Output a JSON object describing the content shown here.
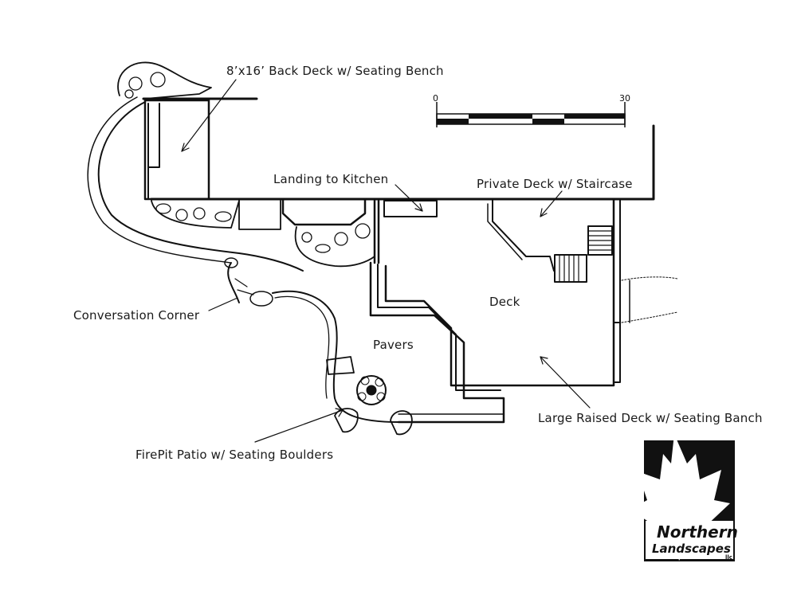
{
  "labels": {
    "back_deck": "8’x16’ Back Deck w/ Seating Bench",
    "landing": "Landing to Kitchen",
    "private_deck": "Private Deck w/ Staircase",
    "deck": "Deck",
    "pavers": "Pavers",
    "conversation": "Conversation Corner",
    "large_deck": "Large Raised Deck w/ Seating Banch",
    "firepit": "FirePit Patio w/ Seating Boulders"
  },
  "scale": {
    "start": "0",
    "end": "30"
  },
  "logo": {
    "line1": "Northern",
    "line2": "Landscapes",
    "suffix": "llc"
  },
  "colors": {
    "ink": "#111111",
    "paper": "#ffffff"
  }
}
